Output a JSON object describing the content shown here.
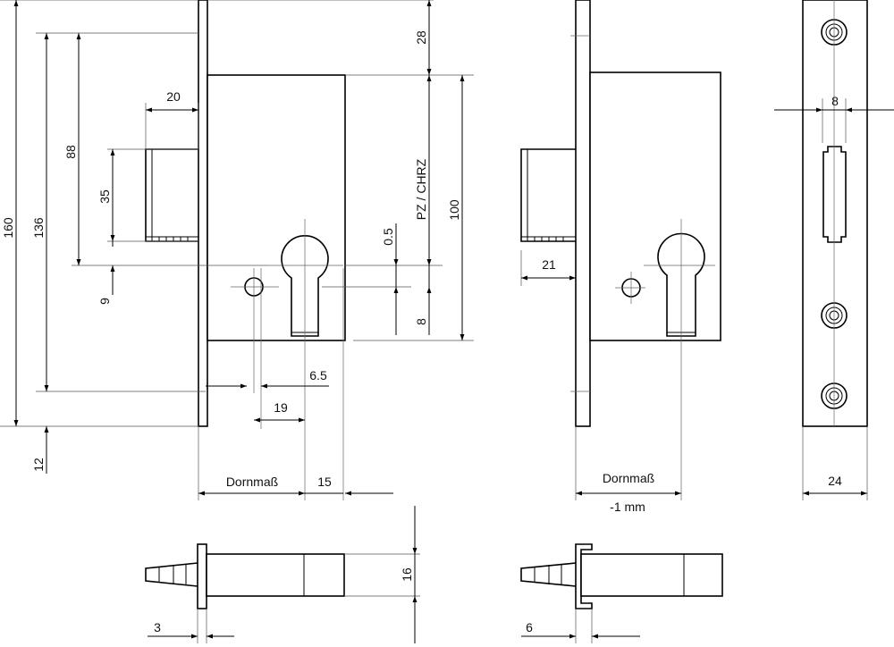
{
  "dimensions": {
    "d160": "160",
    "d136": "136",
    "d88": "88",
    "d35": "35",
    "d9": "9",
    "d12": "12",
    "d20": "20",
    "d28": "28",
    "label_pz_chrz": "PZ / CHRZ",
    "d100": "100",
    "d05": "0.5",
    "d8_left": "8",
    "d65": "6.5",
    "d19": "19",
    "dornmass_left": "Dornmaß",
    "d15": "15",
    "d21": "21",
    "dornmass_right": "Dornmaß",
    "minus1mm": "-1 mm",
    "d8_faceplate": "8",
    "d24": "24",
    "d16": "16",
    "d3": "3",
    "d6": "6"
  }
}
